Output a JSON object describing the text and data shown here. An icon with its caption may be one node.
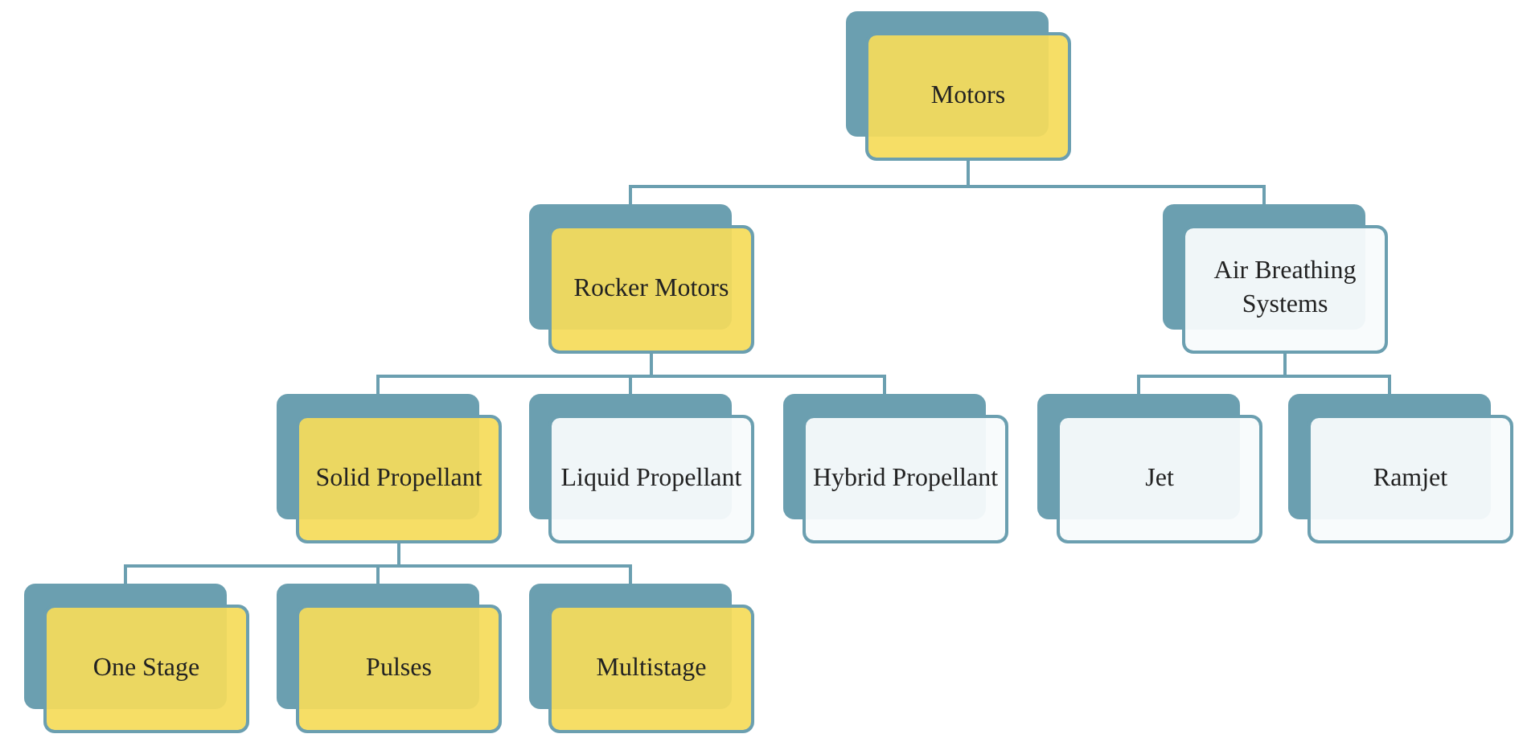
{
  "diagram": {
    "nodes": [
      {
        "text": [
          "Motors"
        ]
      },
      {
        "text": [
          "Rocker Motors"
        ]
      },
      {
        "text": [
          "Air Breathing Systems"
        ]
      },
      {
        "text": [
          "Solid Propellant"
        ]
      },
      {
        "text": [
          "Liquid Propellant"
        ]
      },
      {
        "text": [
          "Hybrid Propellant"
        ]
      },
      {
        "text": [
          "Jet"
        ]
      },
      {
        "text": [
          "Ramjet"
        ]
      },
      {
        "text": [
          "One Stage"
        ]
      },
      {
        "text": [
          "Pulses"
        ]
      },
      {
        "text": [
          "Multistage"
        ]
      }
    ],
    "edges": [
      {
        "from": 0,
        "to": 1,
        "arrow": "none"
      },
      {
        "from": 0,
        "to": 2,
        "arrow": "none"
      },
      {
        "from": 1,
        "to": 3,
        "arrow": "none"
      },
      {
        "from": 1,
        "to": 4,
        "arrow": "none"
      },
      {
        "from": 1,
        "to": 5,
        "arrow": "none"
      },
      {
        "from": 2,
        "to": 6,
        "arrow": "none"
      },
      {
        "from": 2,
        "to": 7,
        "arrow": "none"
      },
      {
        "from": 3,
        "to": 8,
        "arrow": "none"
      },
      {
        "from": 3,
        "to": 9,
        "arrow": "none"
      },
      {
        "from": 3,
        "to": 10,
        "arrow": "none"
      }
    ]
  }
}
